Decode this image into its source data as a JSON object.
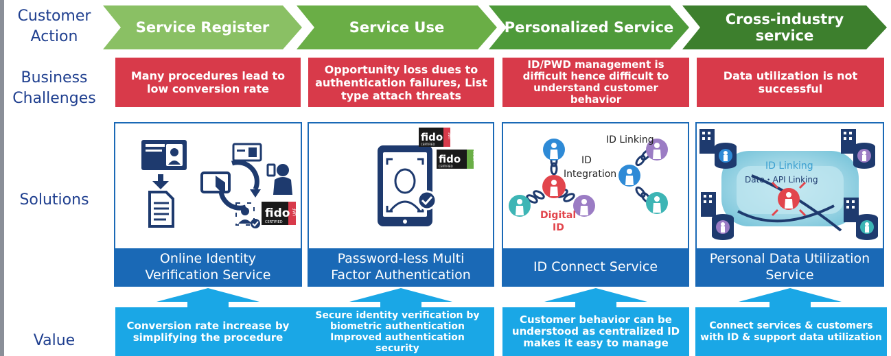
{
  "row_labels": {
    "customer_action": "Customer\nAction",
    "business_challenges": "Business\nChallenges",
    "solutions": "Solutions",
    "value": "Value"
  },
  "steps": [
    {
      "label": "Service Register",
      "color": "#8ac064"
    },
    {
      "label": "Service Use",
      "color": "#6aae46"
    },
    {
      "label": "Personalized Service",
      "color": "#4e9a3a"
    },
    {
      "label": "Cross-industry\nservice",
      "color": "#3d7f2d"
    }
  ],
  "challenges": [
    "Many procedures lead to\nlow conversion rate",
    "Opportunity loss dues to\nauthentication failures, List\ntype attach threats",
    "ID/PWD management is\ndifficult hence difficult to\nunderstand customer\nbehavior",
    "Data utilization is not\nsuccessful"
  ],
  "solutions": [
    {
      "caption": "Online Identity\nVerification Service",
      "badges": [
        "fido",
        "UAF",
        "CERTIFIED"
      ]
    },
    {
      "caption": "Password-less Multi\nFactor Authentication",
      "badges": [
        "fido",
        "UAF",
        "CERTIFIED",
        "FIDO2"
      ]
    },
    {
      "caption": "ID Connect Service",
      "labels": {
        "linking": "ID Linking",
        "integration_1": "ID",
        "integration_2": "Integration",
        "digital_1": "Digital",
        "digital_2": "ID"
      }
    },
    {
      "caption": "Personal Data Utilization\nService",
      "labels": {
        "linking": "ID Linking",
        "api": "Date・API Linking"
      }
    }
  ],
  "values": [
    "Conversion rate increase by\nsimplifying the procedure",
    "Secure identity verification by\nbiometric authentication\nImproved authentication\nsecurity",
    "Customer behavior can be\nunderstood as centralized ID\nmakes it easy to manage",
    "Connect services & customers\nwith ID & support data utilization"
  ],
  "colors": {
    "label_text": "#1f3f8f",
    "challenge_red": "#d83a4a",
    "solution_blue": "#1a69b6",
    "value_cyan": "#1aa7e6",
    "arrow_light_blue": "#1aa7e6",
    "icon_navy": "#1e3a6e",
    "node_blue": "#2e8ad6",
    "node_red": "#e2454c",
    "node_purple": "#9b7cc4",
    "node_teal": "#3db5b5"
  }
}
